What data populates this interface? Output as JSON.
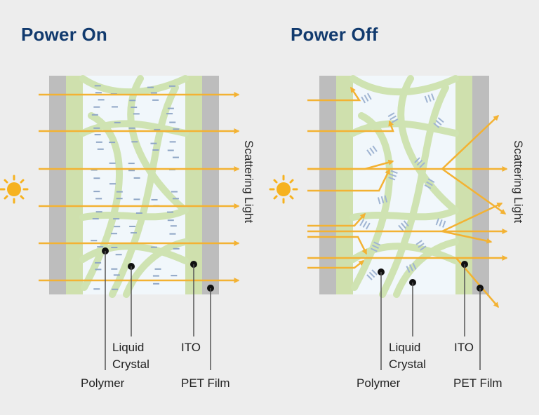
{
  "panels": {
    "on": {
      "title": "Power On",
      "side_label": "Scattering Light",
      "labels": {
        "liquid_crystal": "Liquid Crystal",
        "polymer": "Polymer",
        "ito": "ITO",
        "pet_film": "PET Film"
      }
    },
    "off": {
      "title": "Power Off",
      "side_label": "Scattering Light",
      "labels": {
        "liquid_crystal": "Liquid Crystal",
        "polymer": "Polymer",
        "ito": "ITO",
        "pet_film": "PET Film"
      }
    }
  },
  "colors": {
    "background": "#ededed",
    "title": "#113a6e",
    "pet_film": "#bdbdbd",
    "ito": "#cfe0ad",
    "polymer": "#cfe3b2",
    "cell_fill": "#f1f7fb",
    "liquid_crystal_on": "#8fa6c6",
    "liquid_crystal_off": "#9fb4d2",
    "light_ray": "#f3b233",
    "sun": "#f6b21f",
    "leader_line": "#555555"
  },
  "icons": {
    "light_source": "sun-icon"
  }
}
